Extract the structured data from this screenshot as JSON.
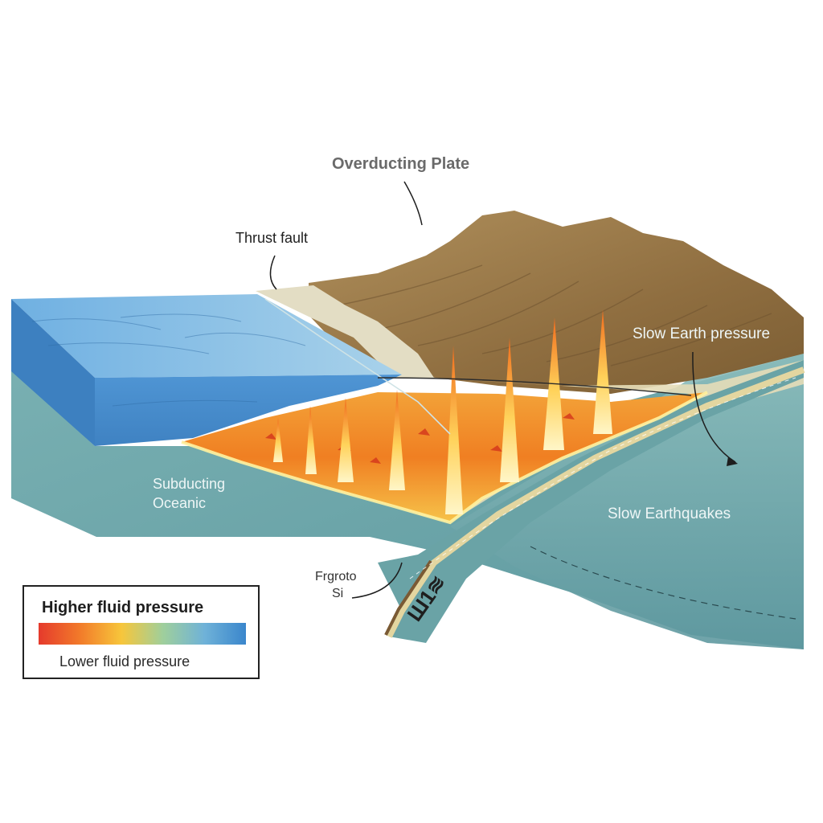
{
  "labels": {
    "overriding_plate": "Overducting Plate",
    "thrust_fault": "Thrust fault",
    "slow_earth_pressure": "Slow Earth pressure",
    "subducting_line1": "Subducting",
    "subducting_line2": "Oceanic",
    "slow_earthquakes": "Slow Earthquakes",
    "fragment_line1": "Frgroto",
    "fragment_line2": "Si",
    "slab_marking": "Ш1≋"
  },
  "legend": {
    "high": "Higher fluid pressure",
    "low": "Lower fluid pressure",
    "gradient_colors": [
      "#e53a2c",
      "#f27b2a",
      "#f7c63b",
      "#9fcf9c",
      "#6fb2d8",
      "#3a86cc"
    ]
  },
  "colors": {
    "ocean_top": "#6aa8dc",
    "ocean_side": "#4c8fcf",
    "mantle": "#6fa7ab",
    "overriding_crust": "#9a7a4c",
    "fault_band": "#d8d2b6",
    "fluid_hot": "#f08a2a",
    "fluid_core": "#fff3b0"
  }
}
